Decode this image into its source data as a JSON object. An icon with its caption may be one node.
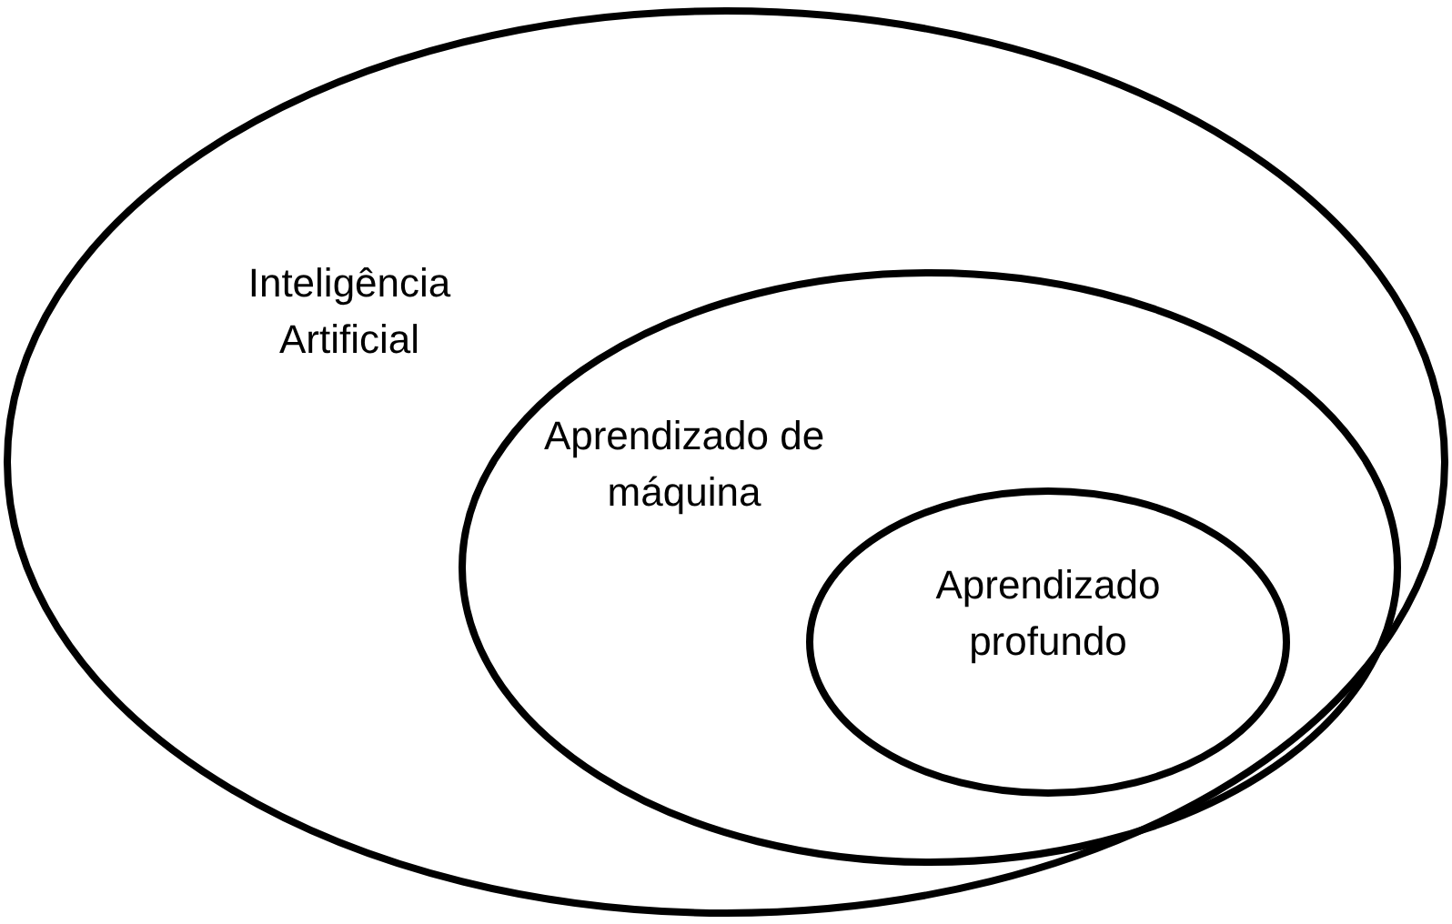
{
  "diagram": {
    "nodes": [
      {
        "text": [
          "Inteligência Artificial"
        ]
      },
      {
        "text": [
          "Aprendizado de máquina"
        ],
        "in": 0
      },
      {
        "text": [
          "Aprendizado profundo"
        ],
        "in": 1
      }
    ]
  }
}
